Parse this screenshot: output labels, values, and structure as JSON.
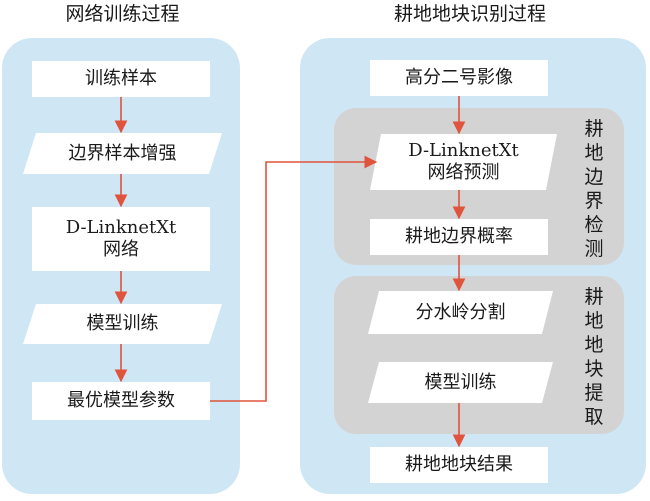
{
  "left_panel": {
    "title": "网络训练过程",
    "steps": {
      "samples": "训练样本",
      "enhance": "边界样本增强",
      "network_line1": "D-LinknetXt",
      "network_line2": "网络",
      "training": "模型训练",
      "best_params": "最优模型参数"
    }
  },
  "right_panel": {
    "title": "耕地地块识别过程",
    "steps": {
      "image": "高分二号影像",
      "predict_line1": "D-LinknetXt",
      "predict_line2": "网络预测",
      "boundary_prob": "耕地边界概率",
      "watershed": "分水岭分割",
      "training": "模型训练",
      "result": "耕地地块结果"
    },
    "groups": {
      "boundary_detection": "耕地边界检测",
      "parcel_extraction": "耕地地块提取"
    }
  },
  "colors": {
    "panel_bg": "#cfe7f5",
    "group_bg": "#d3d3d3",
    "box_bg": "#ffffff",
    "arrow": "#e0533c"
  }
}
